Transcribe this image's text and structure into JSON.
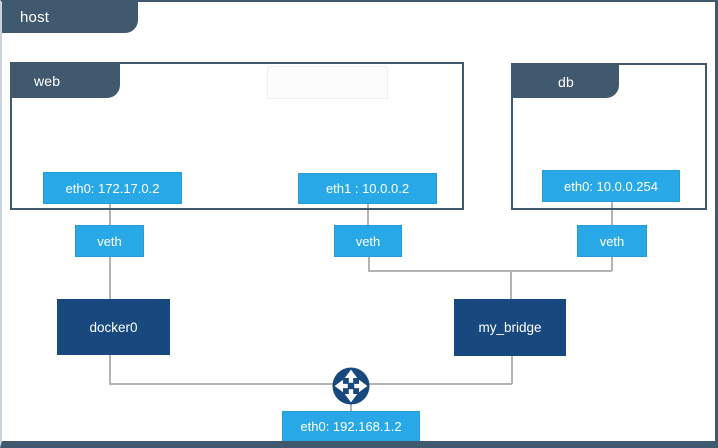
{
  "colors": {
    "slate": "#40596E",
    "blue": "#29A8E8",
    "navy": "#17497E",
    "line_gray": "#B3B3B3",
    "text_on_fill": "#FFFFFF"
  },
  "host": {
    "label": "host",
    "interface": {
      "label": "eth0: 192.168.1.2"
    }
  },
  "containers": {
    "web": {
      "label": "web",
      "eth0": "eth0: 172.17.0.2",
      "eth1": "eth1 : 10.0.0.2"
    },
    "db": {
      "label": "db",
      "eth0": "eth0: 10.0.0.254"
    }
  },
  "veth": {
    "left": "veth",
    "middle": "veth",
    "right": "veth"
  },
  "bridges": {
    "docker0": "docker0",
    "my_bridge": "my_bridge"
  },
  "icons": {
    "router": "router-crossed-arrows-icon"
  }
}
